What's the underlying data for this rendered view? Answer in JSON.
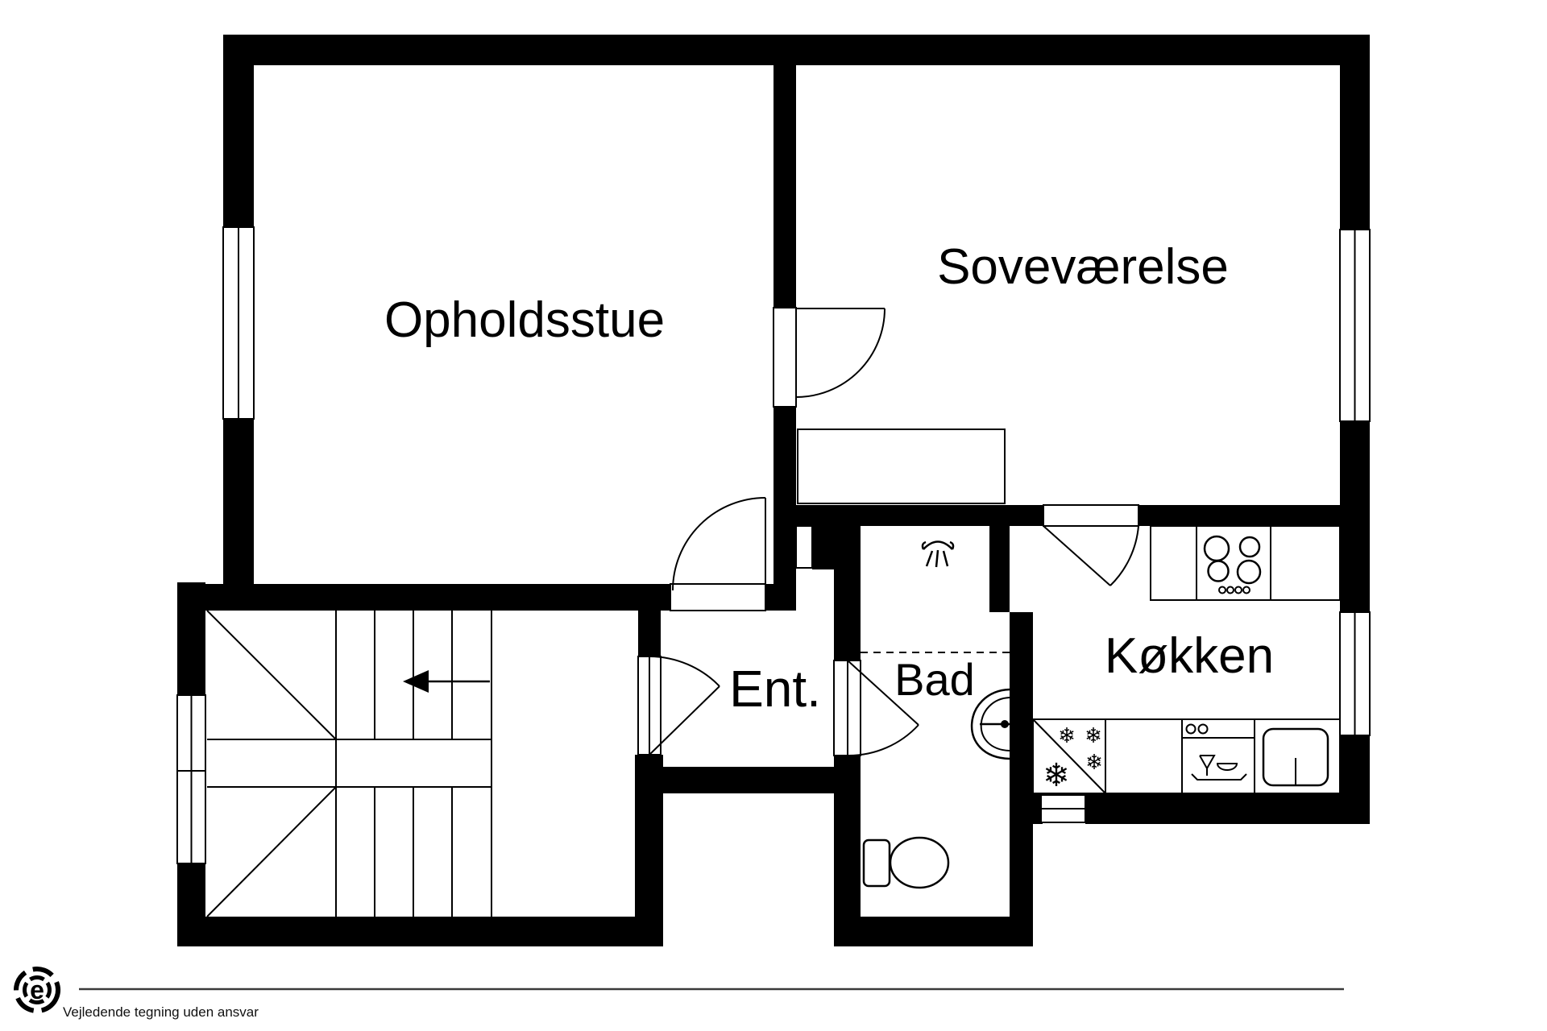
{
  "page": {
    "title": "Floor plan",
    "background": "#ffffff",
    "wall_color": "#000000",
    "line_color": "#000000"
  },
  "floorplan": {
    "rooms": [
      {
        "id": "opholdsstue",
        "label": "Opholdsstue"
      },
      {
        "id": "sovevaerelse",
        "label": "Soveværelse"
      },
      {
        "id": "koekken",
        "label": "Køkken"
      },
      {
        "id": "ent",
        "label": "Ent."
      },
      {
        "id": "bad",
        "label": "Bad"
      }
    ],
    "fixtures": {
      "snowflake_glyph": "❄",
      "stove_icon": "4-burner cooktop",
      "fridge_freezer_icon": "fridge-freezer",
      "dishwasher_icon": "dishwasher",
      "kitchen_sink_icon": "sink",
      "shower_icon": "shower",
      "washbasin_icon": "washbasin",
      "toilet_icon": "toilet",
      "stairs_icon": "staircase with up-arrow",
      "wardrobe_icon": "wardrobe"
    }
  },
  "footer": {
    "logo_letter": "e",
    "disclaimer": "Vejledende tegning uden ansvar"
  }
}
